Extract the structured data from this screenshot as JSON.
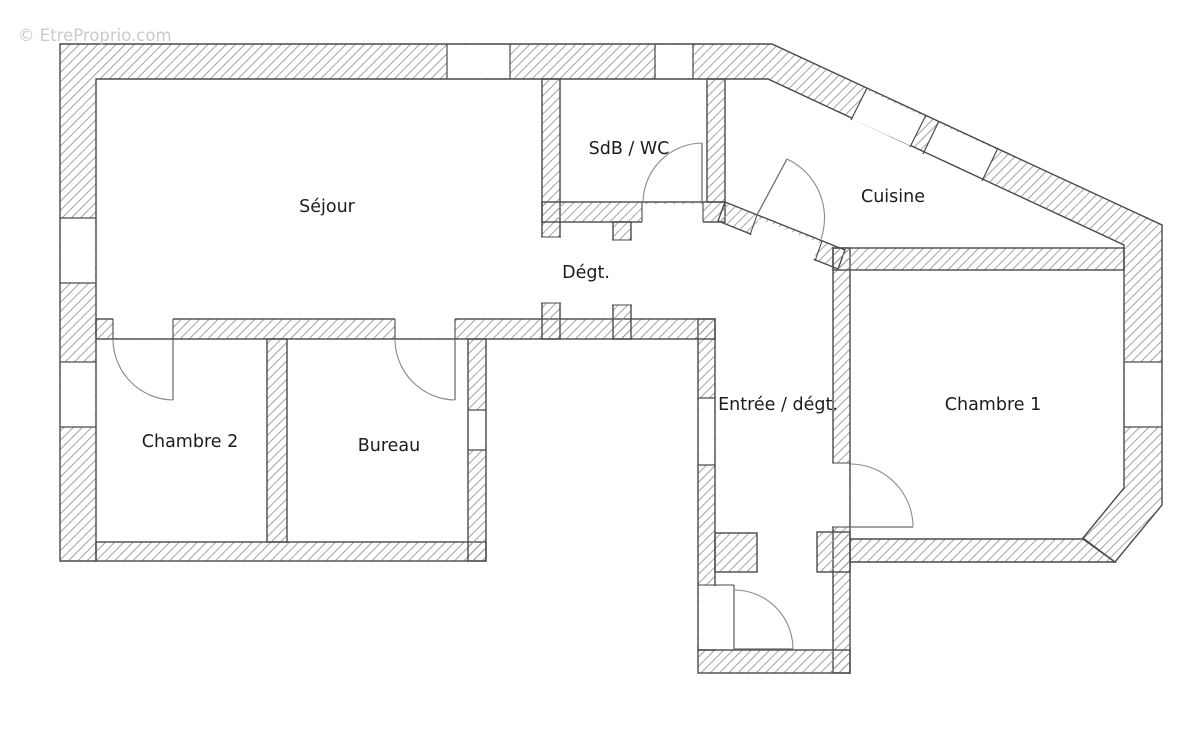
{
  "watermark": "© EtreProprio.com",
  "rooms": {
    "sejour": {
      "label": "Séjour"
    },
    "sdb_wc": {
      "label": "SdB / WC"
    },
    "cuisine": {
      "label": "Cuisine"
    },
    "degt": {
      "label": "Dégt."
    },
    "chambre2": {
      "label": "Chambre 2"
    },
    "bureau": {
      "label": "Bureau"
    },
    "entree": {
      "label": "Entrée / dégt."
    },
    "chambre1": {
      "label": "Chambre 1"
    }
  },
  "colors": {
    "background": "#ffffff",
    "wall_outline": "#4a4a4a",
    "hatch_line": "#999999",
    "door_arc": "#8a8a8a",
    "label_text": "#1c1c1c",
    "watermark": "#cacaca"
  }
}
